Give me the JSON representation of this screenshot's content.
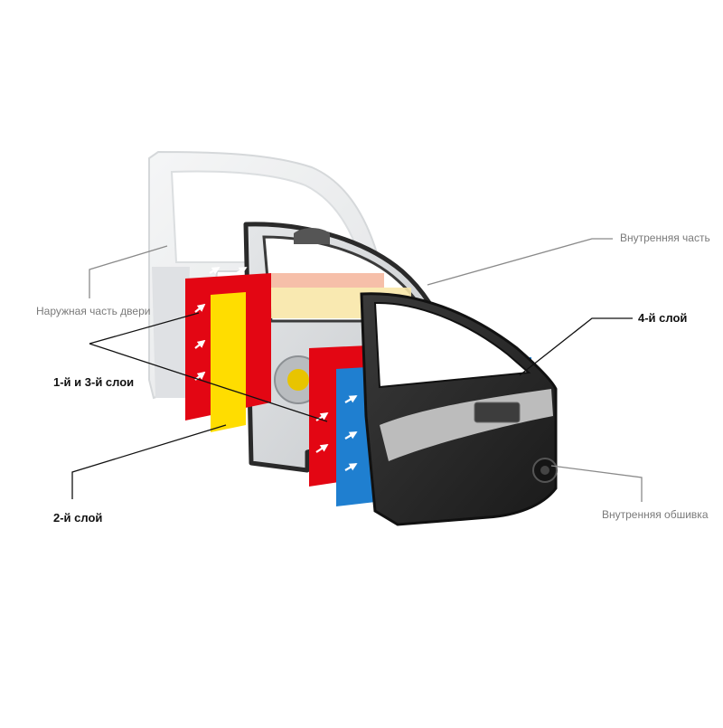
{
  "labels": {
    "outer_door": "Наружная часть двери",
    "layers_1_3": "1-й и 3-й слои",
    "layer_2": "2-й слой",
    "inner_part": "Внутренняя часть",
    "layer_4": "4-й слой",
    "inner_trim": "Внутренняя обшивка"
  },
  "colors": {
    "red_layer": "#e30613",
    "yellow_layer": "#ffdd00",
    "blue_layer": "#1f7fd0",
    "trim": "#2b2b2b",
    "outer_door": "#e6e8ea"
  }
}
